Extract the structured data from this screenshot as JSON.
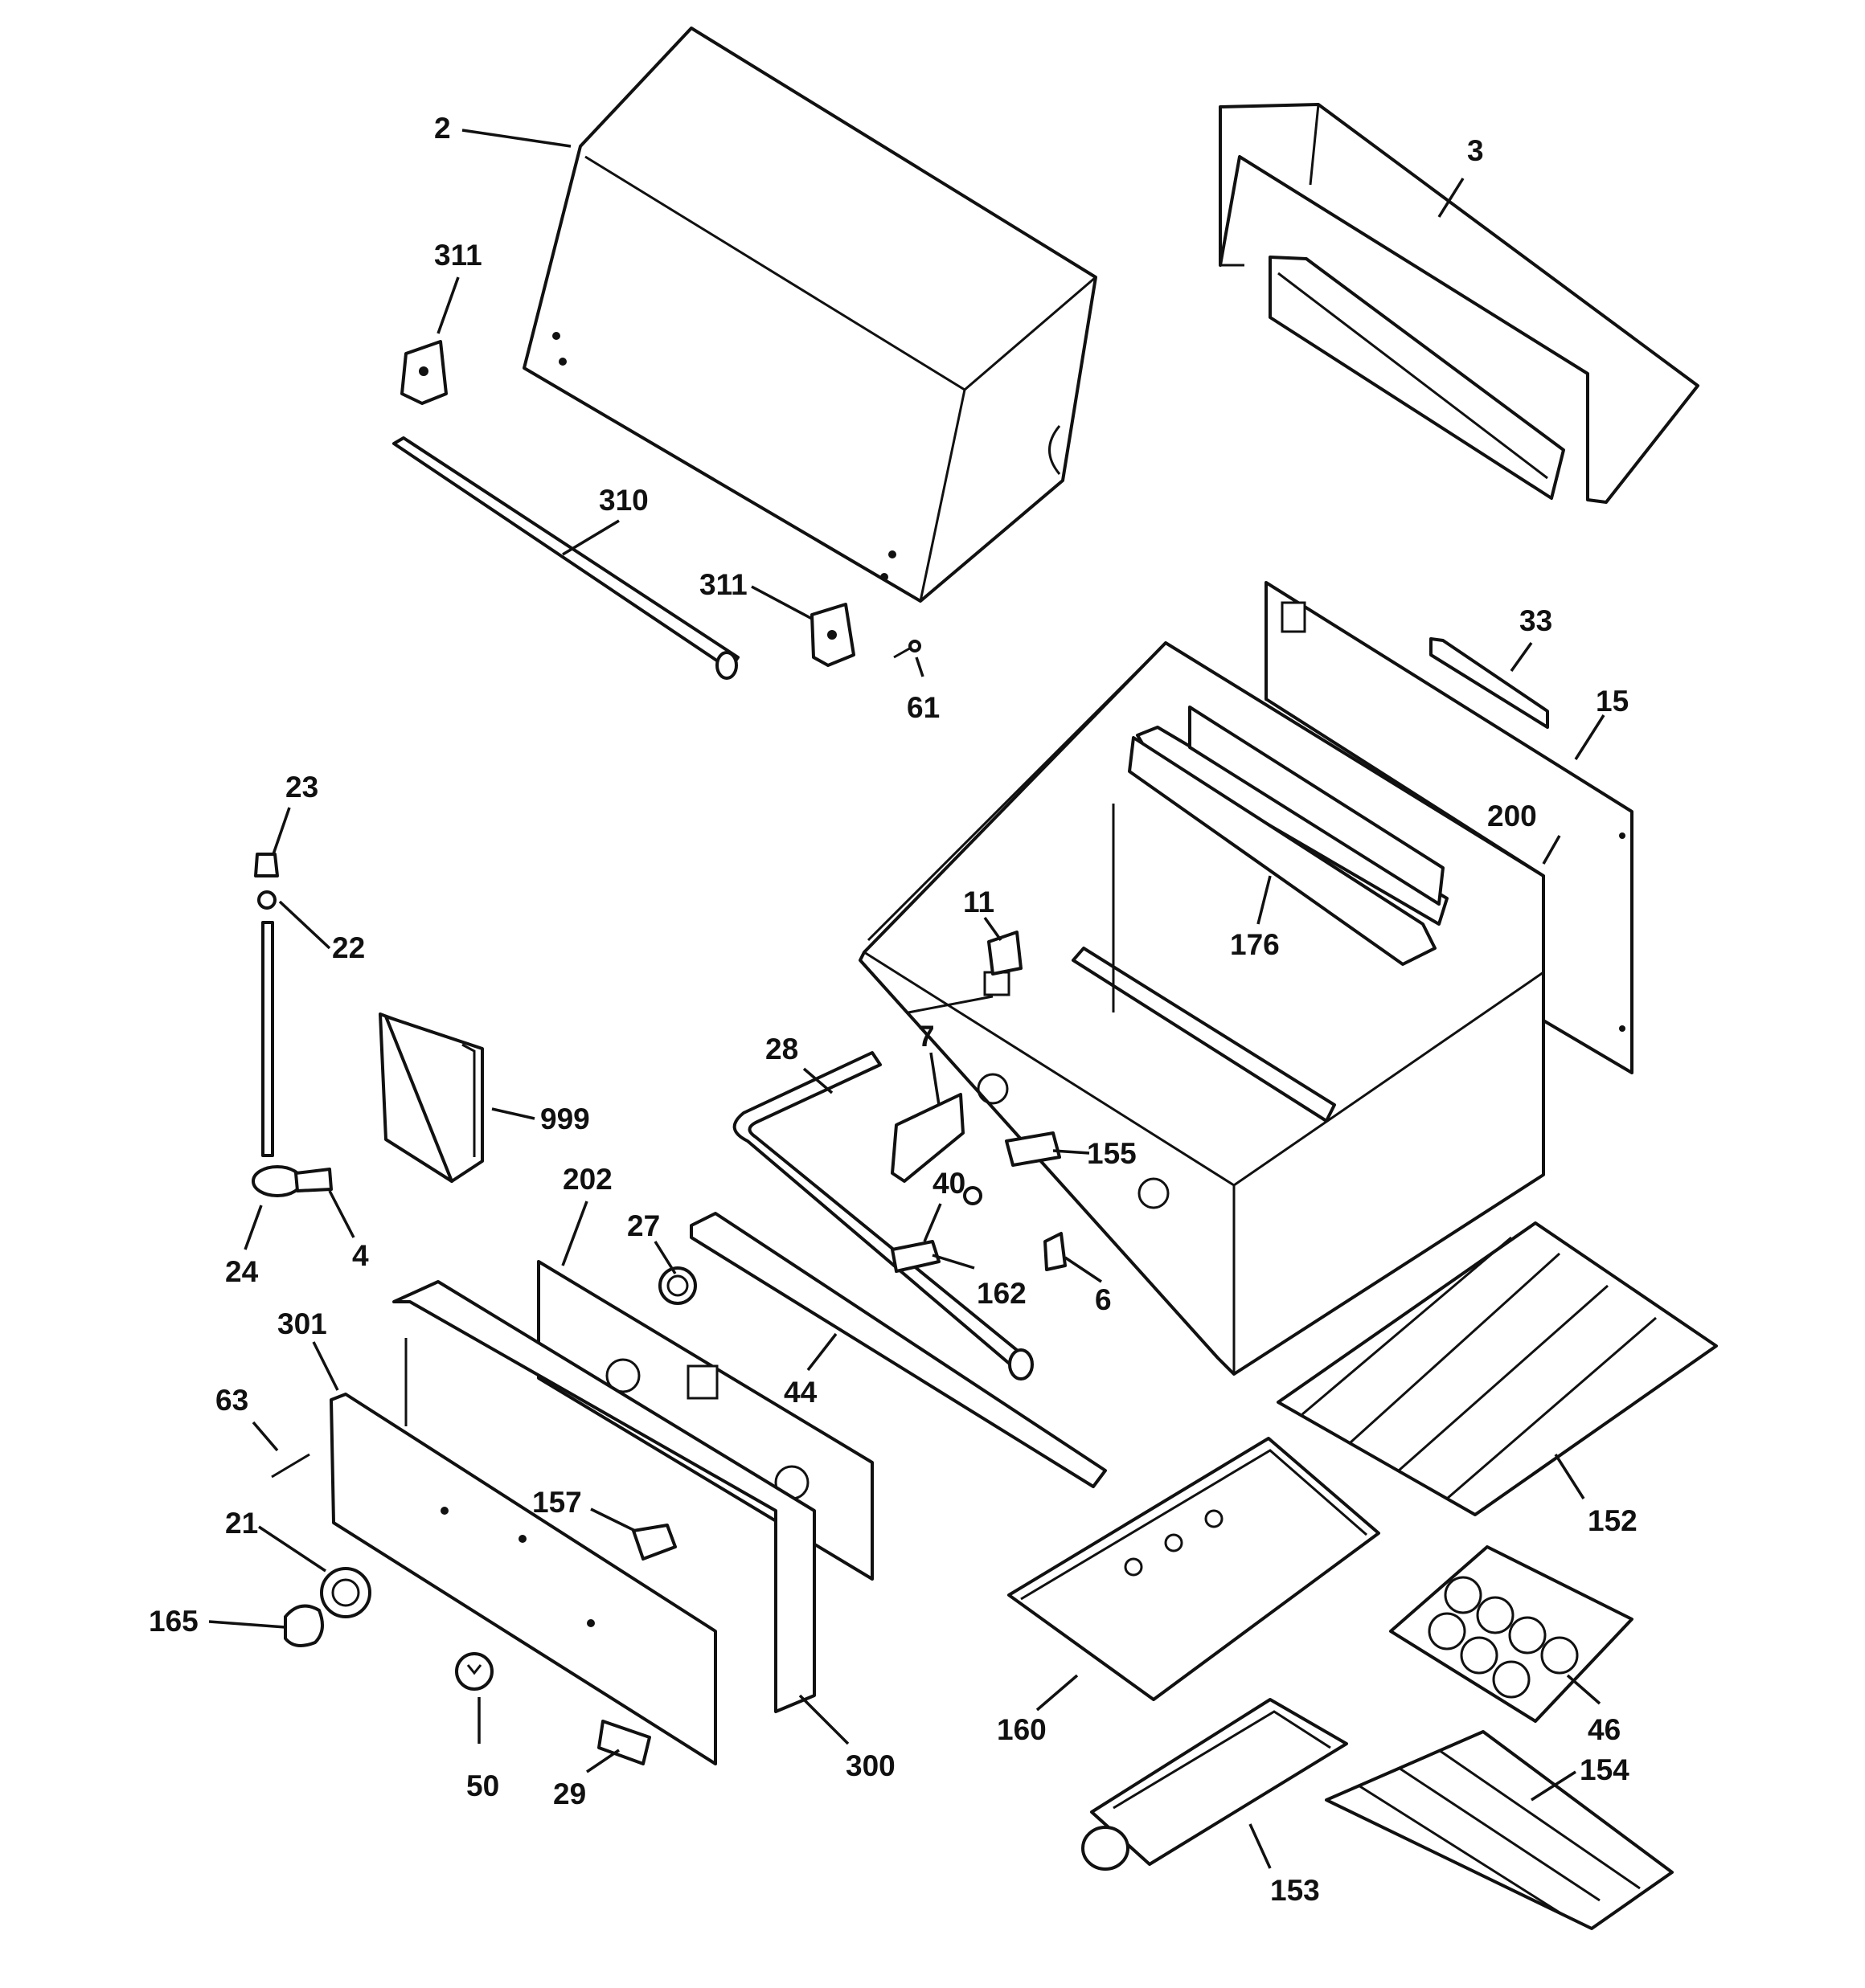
{
  "diagram": {
    "callouts": [
      "2",
      "3",
      "311",
      "310",
      "311",
      "61",
      "33",
      "15",
      "200",
      "176",
      "11",
      "23",
      "22",
      "999",
      "28",
      "7",
      "155",
      "40",
      "162",
      "6",
      "27",
      "202",
      "44",
      "24",
      "4",
      "301",
      "63",
      "21",
      "165",
      "157",
      "50",
      "29",
      "300",
      "152",
      "160",
      "46",
      "154",
      "153"
    ]
  }
}
